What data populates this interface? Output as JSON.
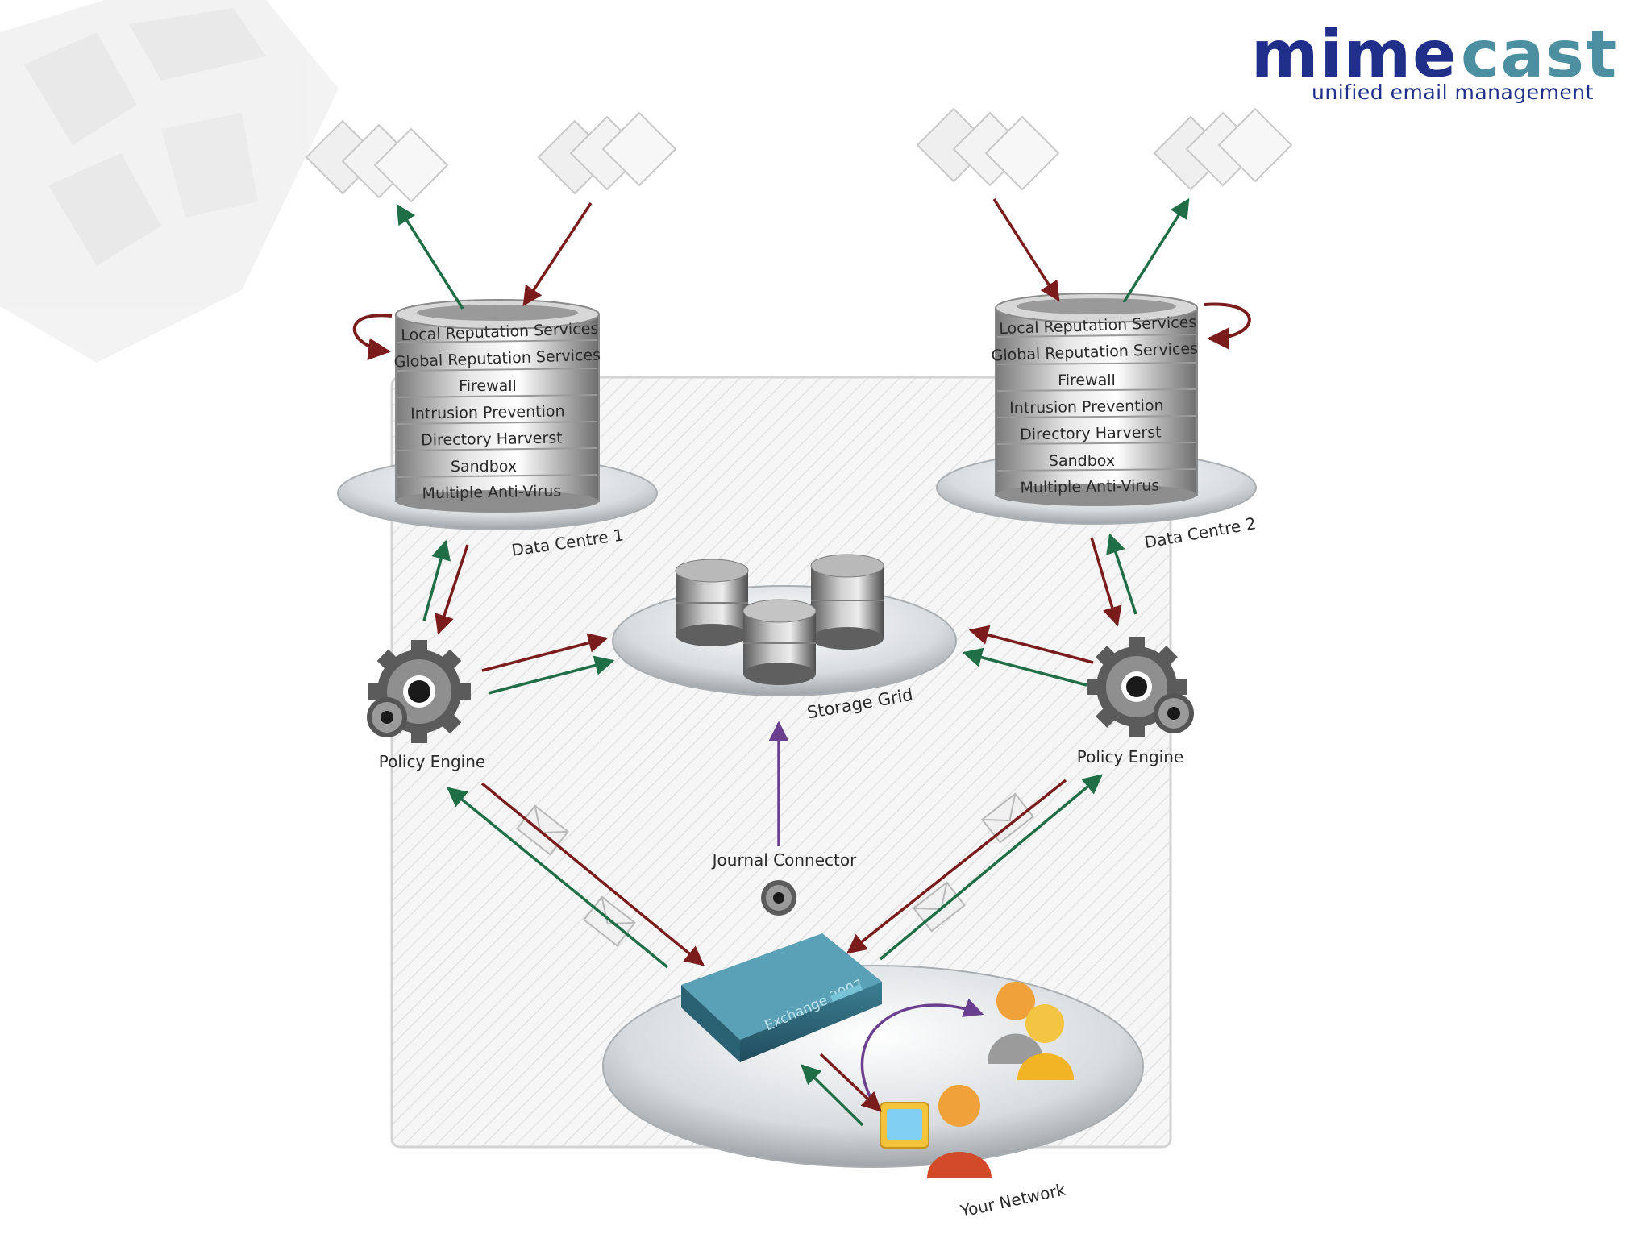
{
  "logo": {
    "wordmark_part1": "mime",
    "wordmark_part2": "cast",
    "tagline": "unified email management",
    "colors": {
      "primary": "#1f2f8a",
      "secondary": "#4b8fa0"
    }
  },
  "data_centres": [
    {
      "label": "Data Centre 1",
      "services": [
        "Local Reputation Services",
        "Global Reputation Services",
        "Firewall",
        "Intrusion Prevention",
        "Directory Harverst",
        "Sandbox",
        "Multiple Anti-Virus"
      ]
    },
    {
      "label": "Data Centre 2",
      "services": [
        "Local Reputation Services",
        "Global Reputation Services",
        "Firewall",
        "Intrusion Prevention",
        "Directory Harverst",
        "Sandbox",
        "Multiple Anti-Virus"
      ]
    }
  ],
  "nodes": {
    "storage_grid": "Storage Grid",
    "policy_engine_left": "Policy Engine",
    "policy_engine_right": "Policy Engine",
    "journal_connector": "Journal Connector",
    "exchange_server": "Exchange 2007",
    "your_network": "Your Network"
  },
  "arrow_colors": {
    "outbound": "#1f6e45",
    "inbound": "#7a1c1c",
    "journal": "#6a3f8f"
  }
}
